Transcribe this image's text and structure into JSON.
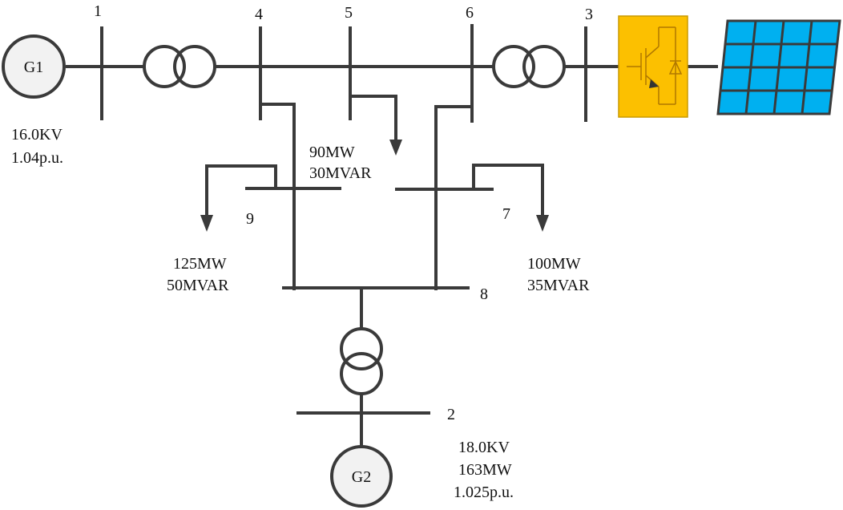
{
  "colors": {
    "line": "#3a3a3a",
    "generator_fill": "#f2f2f2",
    "inverter_fill": "#fcc000",
    "inverter_symbol": "#b07800",
    "panel_fill": "#00b0f0",
    "panel_frame": "#3a3a3a"
  },
  "buses": {
    "b1": "1",
    "b2": "2",
    "b3": "3",
    "b4": "4",
    "b5": "5",
    "b6": "6",
    "b7": "7",
    "b8": "8",
    "b9": "9"
  },
  "generators": {
    "g1": {
      "label": "G1",
      "voltage": "16.0KV",
      "pu": "1.04p.u."
    },
    "g2": {
      "label": "G2",
      "voltage": "18.0KV",
      "power": "163MW",
      "pu": "1.025p.u."
    }
  },
  "loads": {
    "load5": {
      "p": "90MW",
      "q": "30MVAR"
    },
    "load9": {
      "p": "125MW",
      "q": "50MVAR"
    },
    "load7": {
      "p": "100MW",
      "q": "35MVAR"
    }
  },
  "icons": [
    "generator-icon",
    "transformer-icon",
    "inverter-icon",
    "solar-panel-icon",
    "load-arrow-icon"
  ]
}
